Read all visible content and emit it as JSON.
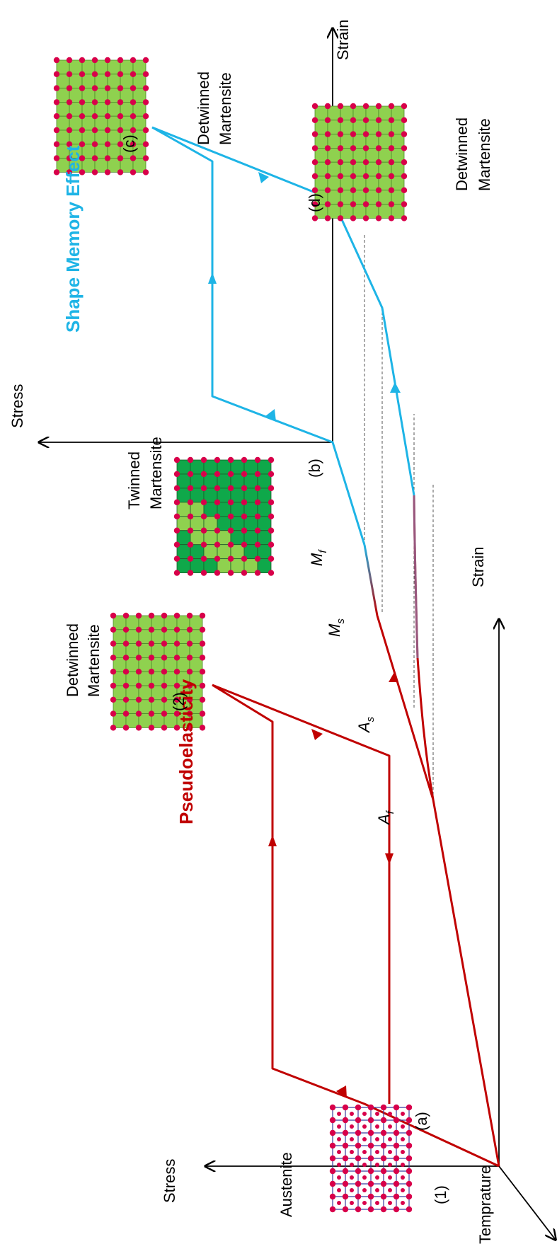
{
  "colors": {
    "pseudoelasticity": "#C00000",
    "shape_memory": "#1EB4E6",
    "atom": "#D8004A",
    "martensite_light": "#8FD14F",
    "martensite_dark": "#0FA84A",
    "austenite_line": "#3B3B9E",
    "axis": "#000000"
  },
  "axes": {
    "stress_left": "Stress",
    "strain_bottom": "Strain",
    "temperature": "Temprature",
    "stress_top": "Stress",
    "strain_top": "Strain"
  },
  "titles": {
    "pseudoelasticity": "Pseudoelasticity",
    "shape_memory": "Shape Memory Effect"
  },
  "points": {
    "p1": "(1)",
    "p2": "(2)",
    "pa": "(a)",
    "pb": "(b)",
    "pc": "(c)",
    "pd": "(d)"
  },
  "temps": {
    "Mf_main": "M",
    "Mf_sub": "f",
    "Ms_main": "M",
    "Ms_sub": "s",
    "As_main": "A",
    "As_sub": "s",
    "Af_main": "A",
    "Af_sub": "f"
  },
  "phases": {
    "austenite": "Austenite",
    "detwinned_1_line1": "Detwinned",
    "detwinned_1_line2": "Martensite",
    "twinned_line1": "Twinned",
    "twinned_line2": "Martensite",
    "detwinned_2_line1": "Detwinned",
    "detwinned_2_line2": "Martensite",
    "detwinned_3_line1": "Detwinned",
    "detwinned_3_line2": "Martensite"
  }
}
